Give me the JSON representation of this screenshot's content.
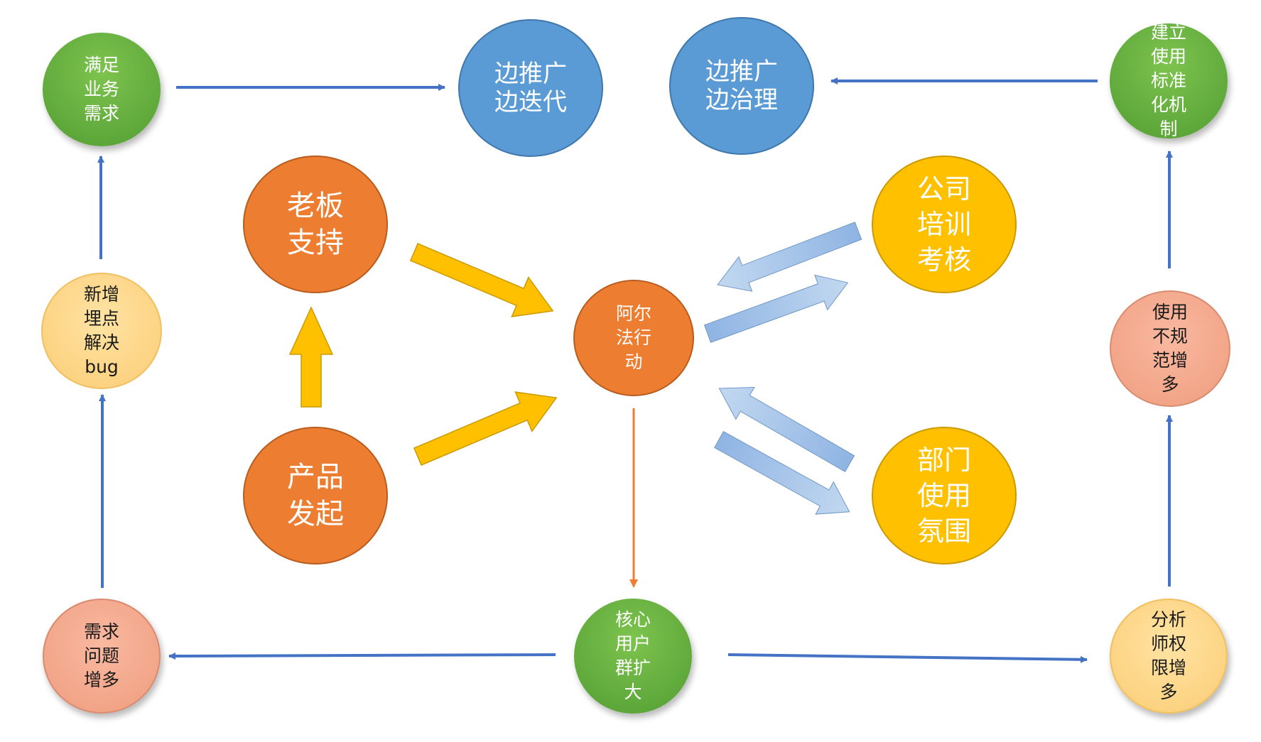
{
  "nodes": {
    "satisfy": {
      "lines": [
        "满足",
        "业务",
        "需求"
      ]
    },
    "iterate": {
      "lines": [
        "边推广",
        "边迭代"
      ]
    },
    "govern": {
      "lines": [
        "边推广",
        "边治理"
      ]
    },
    "standard": {
      "lines": [
        "建立",
        "使用",
        "标准",
        "化机",
        "制"
      ]
    },
    "boss": {
      "lines": [
        "老板",
        "支持"
      ]
    },
    "product": {
      "lines": [
        "产品",
        "发起"
      ]
    },
    "alpha": {
      "lines": [
        "阿尔",
        "法行",
        "动"
      ]
    },
    "training": {
      "lines": [
        "公司",
        "培训",
        "考核"
      ]
    },
    "dept": {
      "lines": [
        "部门",
        "使用",
        "氛围"
      ]
    },
    "tracking": {
      "lines": [
        "新增",
        "埋点",
        "解决",
        "bug"
      ]
    },
    "misuse": {
      "lines": [
        "使用",
        "不规",
        "范增",
        "多"
      ]
    },
    "issues": {
      "lines": [
        "需求",
        "问题",
        "增多"
      ]
    },
    "core": {
      "lines": [
        "核心",
        "用户",
        "群扩",
        "大"
      ]
    },
    "perm": {
      "lines": [
        "分析",
        "师权",
        "限增",
        "多"
      ]
    }
  },
  "colors": {
    "green": "#70ad47",
    "blue": "#5b9bd5",
    "orange": "#ed7d31",
    "gold": "#ffc000",
    "light_gold": "#fcd17e",
    "salmon": "#f4a98c",
    "arrow_blue": "#4472c4",
    "arrow_light_blue": "#9dc3e6"
  }
}
